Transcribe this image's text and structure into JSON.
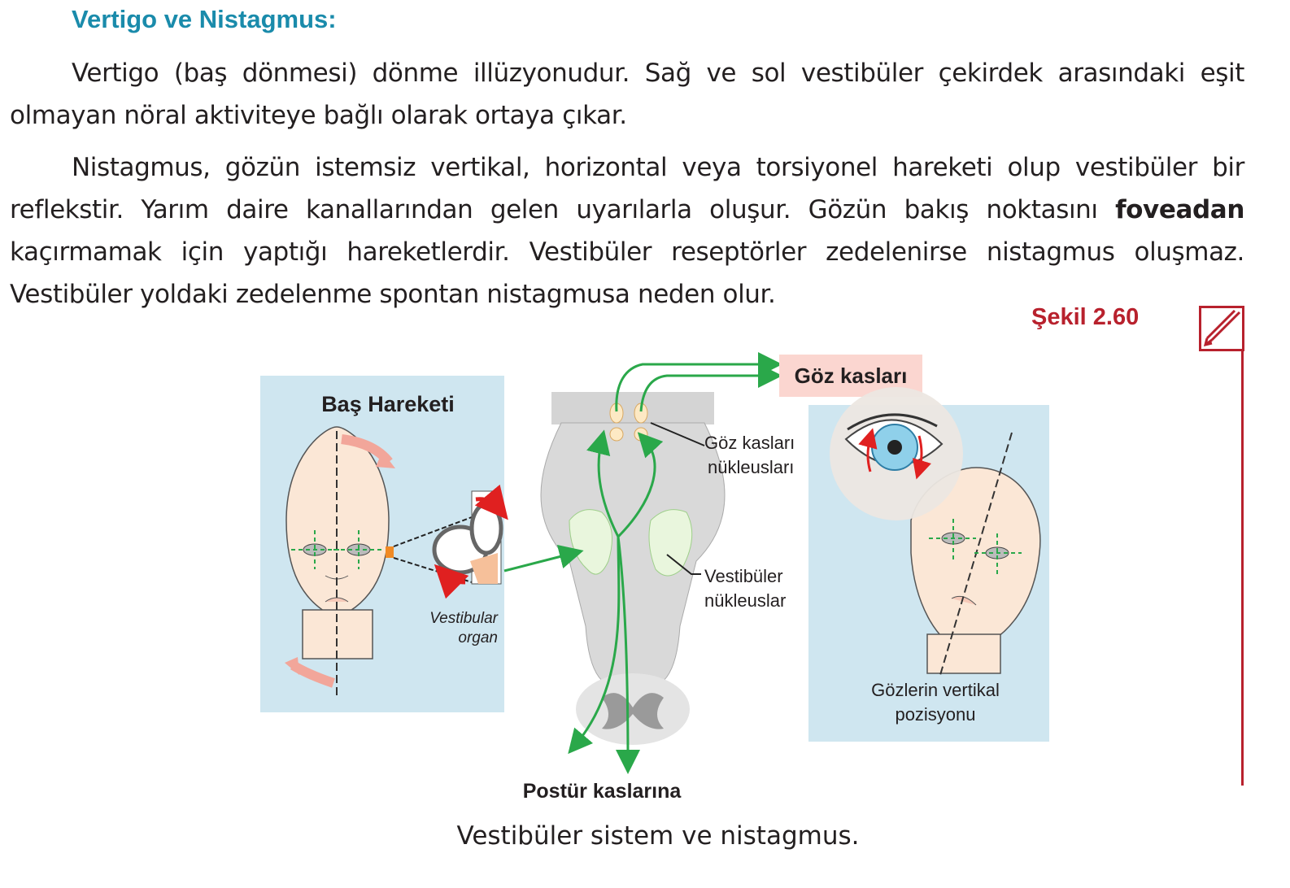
{
  "heading": "Vertigo ve Nistagmus:",
  "paragraph1": "Vertigo (baş dönmesi) dönme illüzyonudur. Sağ ve sol vestibüler çekirdek arasındaki eşit olmayan nöral aktiviteye bağlı olarak ortaya çıkar.",
  "paragraph2": {
    "before": "Nistagmus, gözün istemsiz vertikal, horizontal veya torsiyonel hareketi olup vestibüler bir reflekstir. Yarım daire kanallarından gelen uyarılarla oluşur. Gözün bakış noktasını ",
    "bold": "foveadan",
    "after": " kaçırmamak için yaptığı hareketlerdir. Vestibüler reseptörler zedelenirse nistagmus oluşmaz. Vestibüler yoldaki zedelenme spontan nistagmusa neden olur."
  },
  "figure": {
    "number": "Şekil 2.60",
    "caption": "Vestibüler sistem ve nistagmus.",
    "labels": {
      "head_movement": "Baş Hareketi",
      "eye_muscles": "Göz kasları",
      "eye_nuclei_1": "Göz kasları",
      "eye_nuclei_2": "nükleusları",
      "vest_nuclei_1": "Vestibüler",
      "vest_nuclei_2": "nükleuslar",
      "vest_organ_1": "Vestibular",
      "vest_organ_2": "organ",
      "vertical_pos_1": "Gözlerin vertikal",
      "vertical_pos_2": "pozisyonu",
      "postural": "Postür kaslarına"
    },
    "colors": {
      "panel": "#cfe6f0",
      "pathway": "#2aa84a",
      "arrow_pink": "#f2a69a",
      "accent_red": "#b8212d"
    }
  }
}
